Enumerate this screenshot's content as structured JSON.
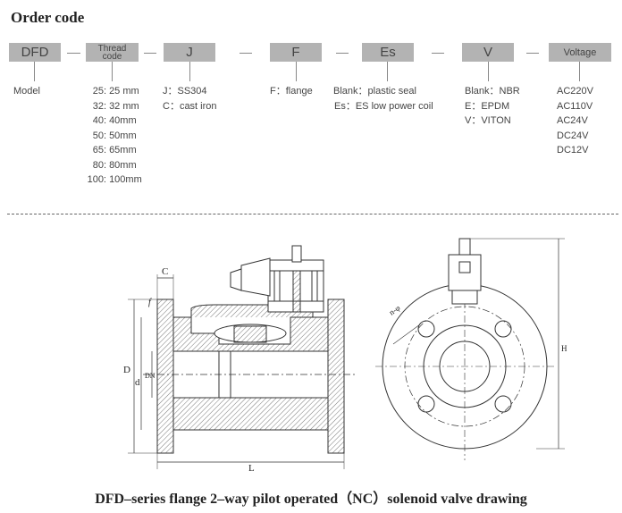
{
  "heading": "Order code",
  "boxes": {
    "model": "DFD",
    "thread_line1": "Thread",
    "thread_line2": "code",
    "material": "J",
    "connection": "F",
    "seal": "Es",
    "gasket": "V",
    "voltage": "Voltage"
  },
  "model_label": "Model",
  "thread_sizes": [
    {
      "code": "25:",
      "size": "25 mm"
    },
    {
      "code": "32:",
      "size": "32 mm"
    },
    {
      "code": "40:",
      "size": "40mm"
    },
    {
      "code": "50:",
      "size": "50mm"
    },
    {
      "code": "65:",
      "size": "65mm"
    },
    {
      "code": "80:",
      "size": "80mm"
    },
    {
      "code": "100:",
      "size": "100mm"
    }
  ],
  "materials": [
    "J：SS304",
    "C：cast iron"
  ],
  "connection": "F：flange",
  "seals": [
    "Blank：plastic seal",
    "Es：ES low power coil"
  ],
  "gaskets": [
    "Blank：NBR",
    "E：EPDM",
    "V：VITON"
  ],
  "voltages": [
    "AC220V",
    "AC110V",
    "AC24V",
    "DC24V",
    "DC12V"
  ],
  "drawing": {
    "label_c": "C",
    "label_f": "f",
    "label_D": "D",
    "label_d": "d",
    "label_DN": "DN",
    "label_L": "L",
    "label_H": "H",
    "label_nphi": "n-φ"
  },
  "caption": "DFD–series flange 2–way pilot operated（NC）solenoid valve drawing"
}
